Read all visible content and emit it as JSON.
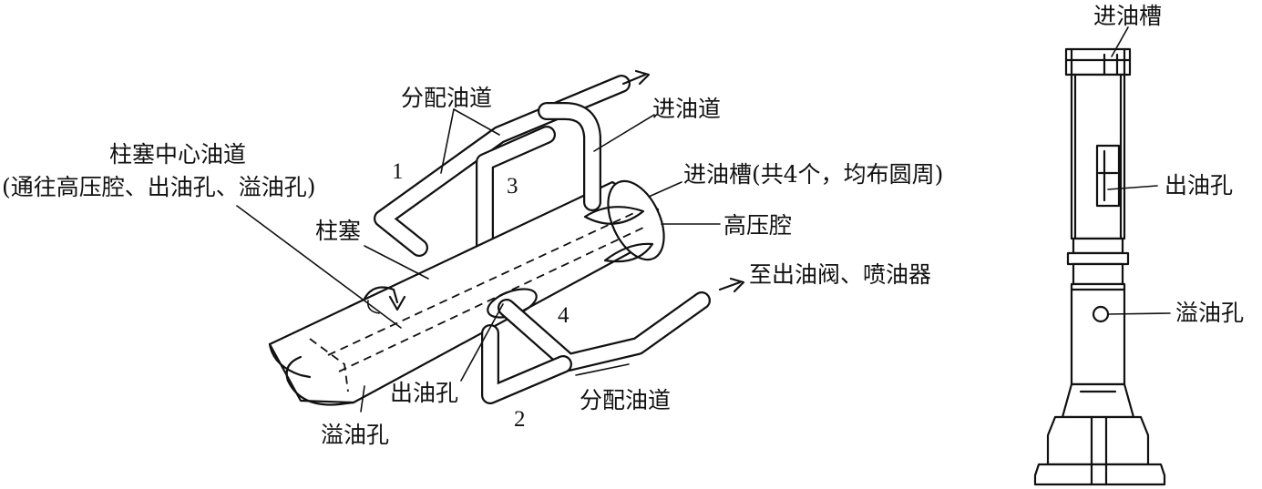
{
  "left_figure": {
    "labels": {
      "distribution_channel_top": "分配油道",
      "inlet_channel": "进油道",
      "plunger_center_channel": "柱塞中心油道",
      "plunger_center_channel_note": "(通往高压腔、出油孔、溢油孔)",
      "plunger": "柱塞",
      "inlet_grooves": "进油槽(共4个，均布圆周)",
      "high_pressure_chamber": "高压腔",
      "to_outlet_valve": "至出油阀、喷油器",
      "outlet_hole": "出油孔",
      "overflow_hole": "溢油孔",
      "distribution_channel_bottom": "分配油道"
    },
    "numbers": [
      "1",
      "2",
      "3",
      "4"
    ]
  },
  "right_figure": {
    "labels": {
      "inlet_groove": "进油槽",
      "outlet_hole": "出油孔",
      "overflow_hole": "溢油孔"
    }
  },
  "colors": {
    "ink": "#111111",
    "background": "#ffffff"
  }
}
